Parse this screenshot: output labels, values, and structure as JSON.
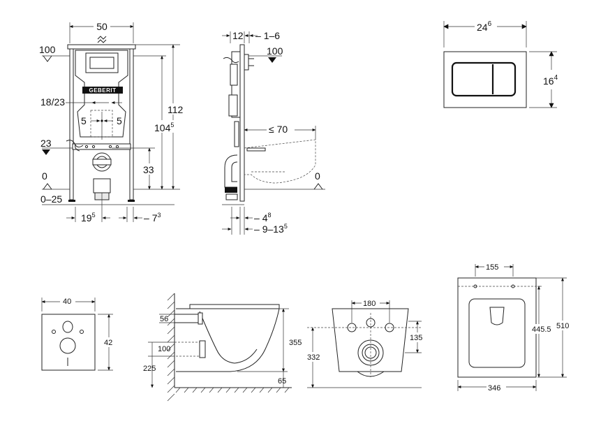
{
  "frame_views": {
    "front": {
      "width": "50",
      "height_total": "112",
      "height_frame": "104",
      "height_frame_sup": "5",
      "flush_level": "100",
      "bend": "18/23",
      "offset_left": "5",
      "offset_right": "5",
      "supply": "23",
      "drain_height": "33",
      "floor": "0",
      "floor_range": "0–25",
      "foot_left": "19",
      "foot_left_sup": "5",
      "foot_right": "7",
      "foot_right_sup": "3",
      "brand": "GEBERIT"
    },
    "side": {
      "depth_top": "12",
      "depth_range_top": "1–6",
      "flush_level": "100",
      "projection": "≤ 70",
      "floor": "0",
      "bottom_offset": "4",
      "bottom_offset_sup": "8",
      "bottom_range": "9–13",
      "bottom_range_sup": "5"
    }
  },
  "flush_plate": {
    "width": "24",
    "width_sup": "6",
    "height": "16",
    "height_sup": "4"
  },
  "wall_plate": {
    "width": "40",
    "height": "42"
  },
  "bowl_side": {
    "outlet_dim": "56",
    "inlet_dim": "100",
    "inlet_height": "225",
    "height": "355",
    "bottom_gap": "65"
  },
  "bowl_rear": {
    "bolt_spacing": "180",
    "bolt_height": "135",
    "height": "332"
  },
  "bowl_top": {
    "bolt_spacing": "155",
    "width": "346",
    "depth_inner": "445.5",
    "depth": "510"
  }
}
